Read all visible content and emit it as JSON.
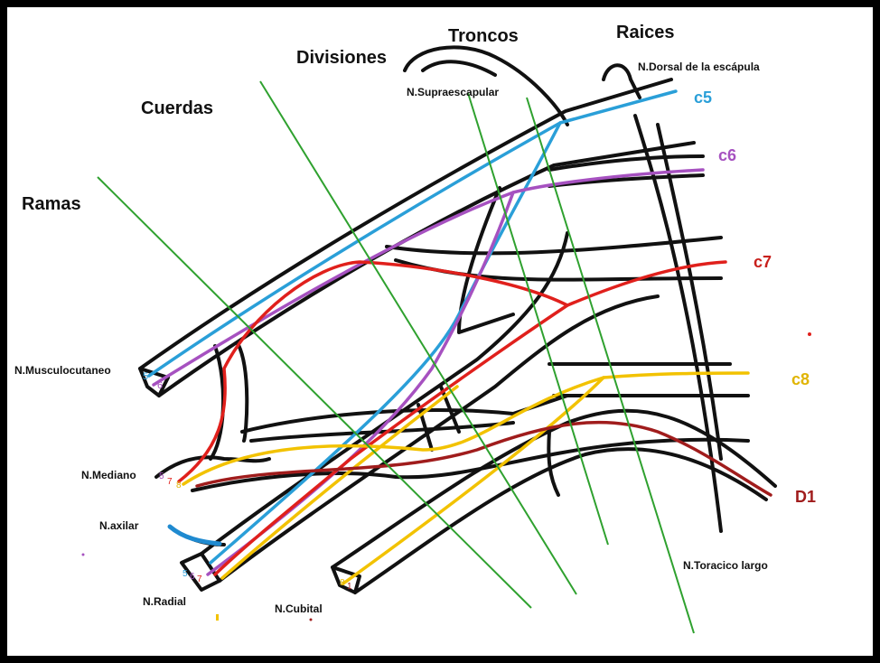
{
  "headers": {
    "raices": "Raices",
    "troncos": "Troncos",
    "divisiones": "Divisiones",
    "cuerdas": "Cuerdas",
    "ramas": "Ramas"
  },
  "roots": {
    "c5": "c5",
    "c6": "c6",
    "c7": "c7",
    "c8": "c8",
    "d1": "D1"
  },
  "nerves": {
    "dorsal_escapula": "N.Dorsal de la escápula",
    "supraescapular": "N.Supraescapular",
    "musculocutaneo": "N.Musculocutaneo",
    "mediano": "N.Mediano",
    "axilar": "N.axilar",
    "radial": "N.Radial",
    "cubital": "N.Cubital",
    "toracico_largo": "N.Toracico largo"
  },
  "end_labels": {
    "musculo_5": "5",
    "musculo_6": "6",
    "mediano_5": "5",
    "mediano_7": "7",
    "mediano_8": "8",
    "radial_5": "5",
    "radial_6": "6",
    "radial_7": "7",
    "cubital_8": "8",
    "cubital_1": "1"
  },
  "colors": {
    "c5": "#2a9fd8",
    "c6": "#a651c0",
    "c7": "#e0201c",
    "c8": "#f2c200",
    "d1": "#a01c1c",
    "outline": "#111111",
    "level_line": "#2fa12f",
    "axilar": "#1f8ad0"
  }
}
